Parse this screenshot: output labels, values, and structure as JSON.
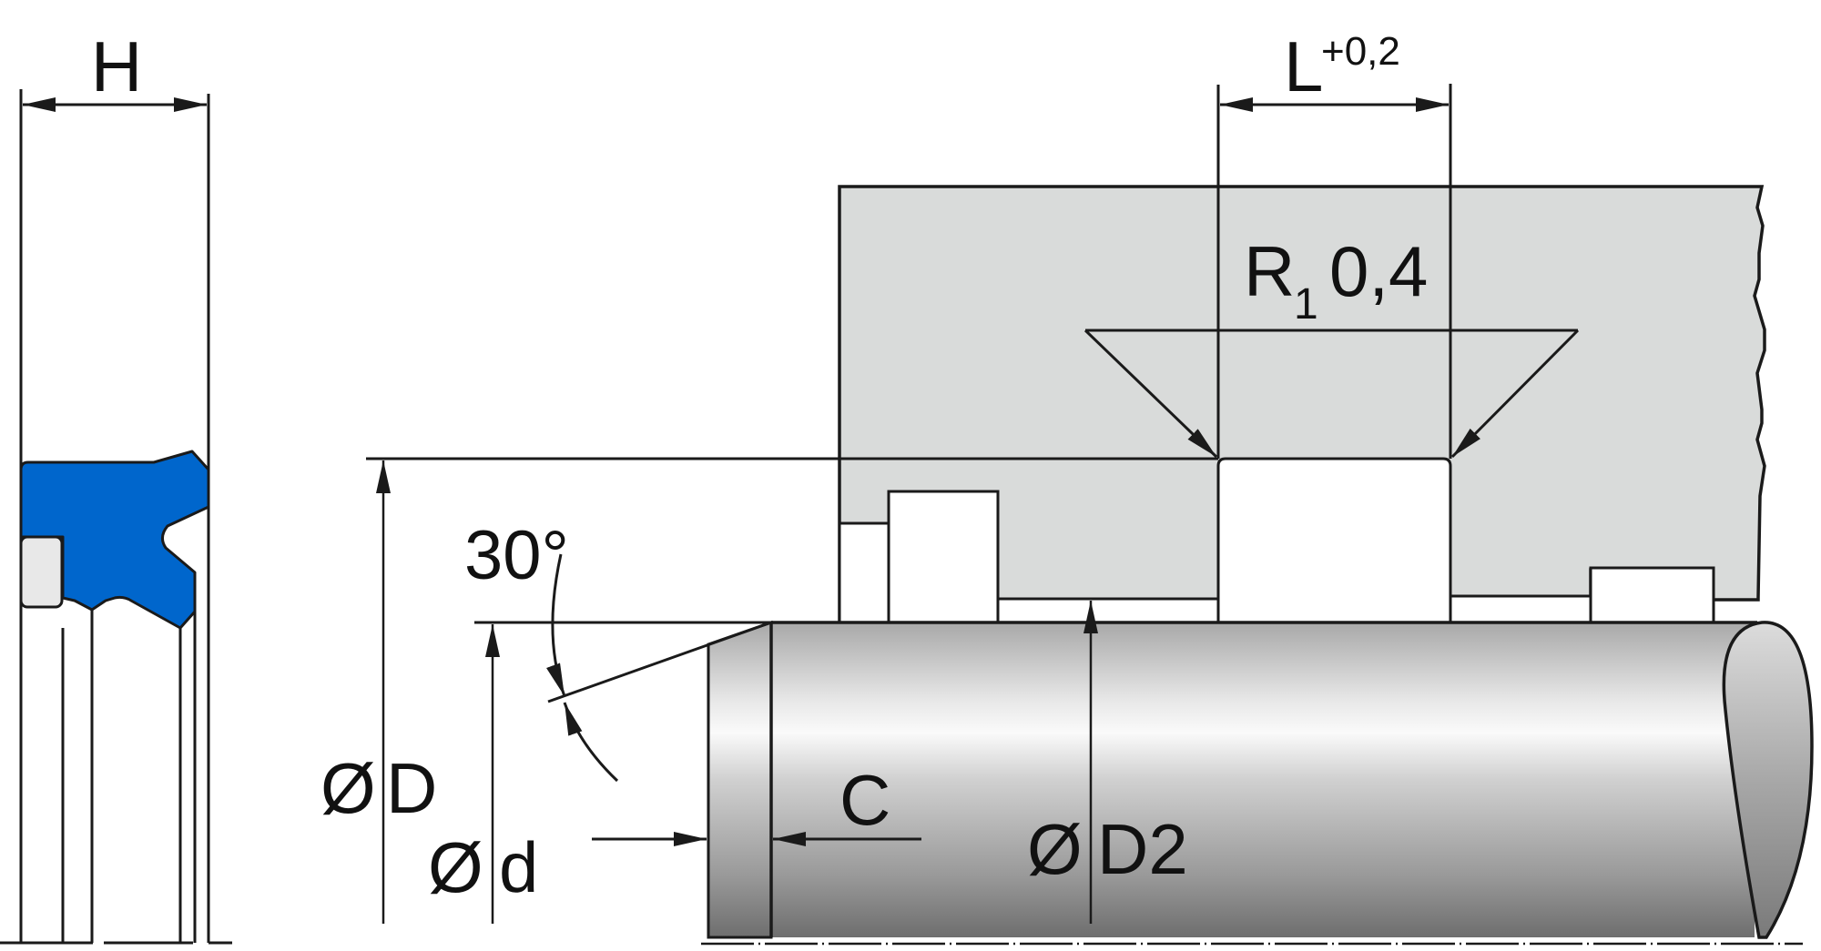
{
  "drawing": {
    "labels": {
      "H": "H",
      "L": "L",
      "L_tolerance": "+0,2",
      "radius_R": "R",
      "radius_sub": "1",
      "radius_value": "0,4",
      "angle": "30°",
      "diameter_symbol": "Ø",
      "D": "D",
      "d": "d",
      "C": "C",
      "D2": "D2"
    },
    "colors": {
      "seal": "#0066CC",
      "backup_ring": "#E8E8E8",
      "housing": "#D9DBDA",
      "line": "#1A1A1A",
      "rod_light": "#FAFAFA",
      "rod_dark": "#6E6E6E"
    }
  }
}
